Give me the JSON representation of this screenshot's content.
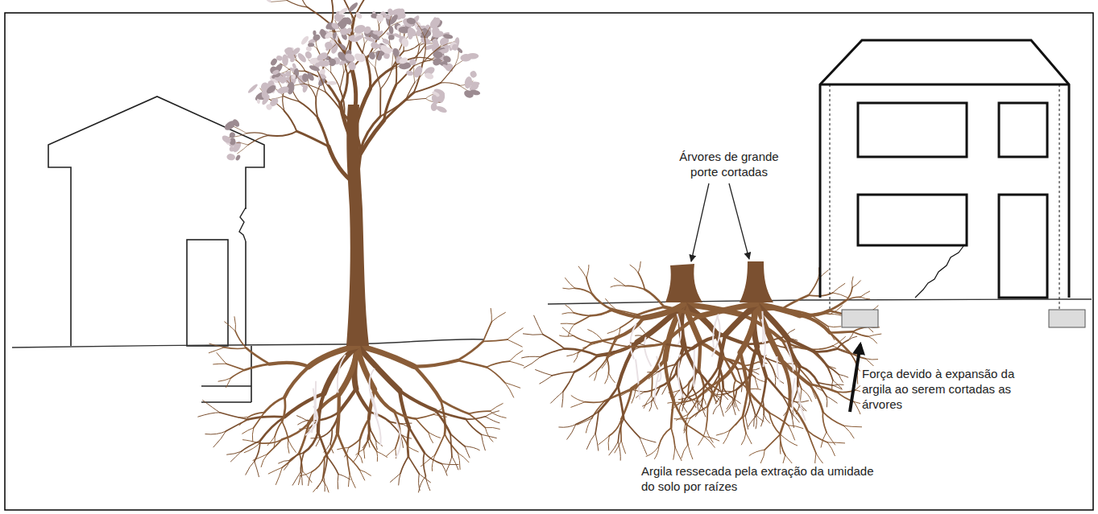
{
  "diagram": {
    "labels": [
      "Árvores de grande porte cortadas",
      "Força devido à expansão da argila ao serem cortadas as árvores",
      "Argila ressecada pela extração da umidade do solo por raízes"
    ]
  }
}
